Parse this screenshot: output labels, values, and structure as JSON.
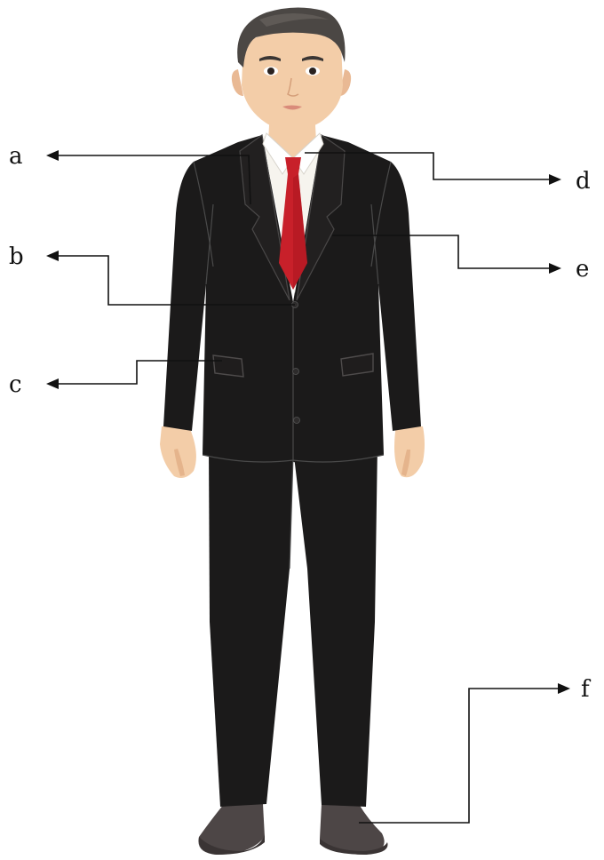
{
  "labels": {
    "a": "a",
    "b": "b",
    "c": "c",
    "d": "d",
    "e": "e",
    "f": "f"
  },
  "colors": {
    "suit": "#1b1a1a",
    "suit_seam": "#4a4848",
    "tie": "#c8202a",
    "tie_shade": "#a3141c",
    "shirt": "#f6f4ee",
    "skin": "#f3cda8",
    "skin_shade": "#e5b48c",
    "hair": "#4b4744",
    "shoe": "#4d4646",
    "line": "#111111"
  },
  "icons": {
    "figure": "man-in-suit-illustration",
    "pointer": "arrow-left-icon"
  }
}
